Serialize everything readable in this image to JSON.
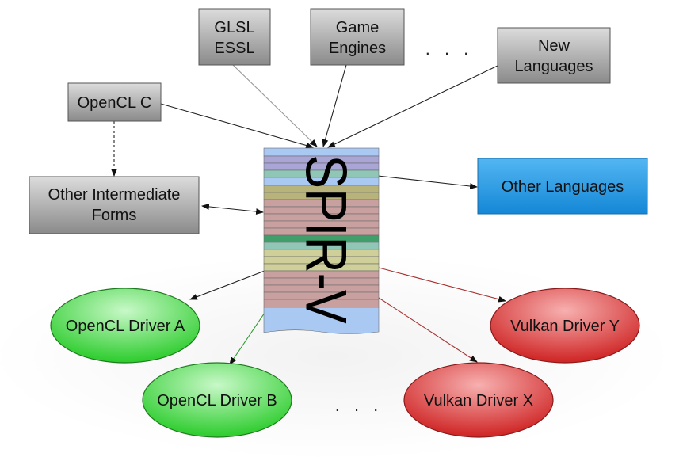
{
  "nodes": {
    "glsl": {
      "line1": "GLSL",
      "line2": "ESSL"
    },
    "game": {
      "line1": "Game",
      "line2": "Engines"
    },
    "newlang": {
      "line1": "New",
      "line2": "Languages"
    },
    "opencl_c": {
      "label": "OpenCL C"
    },
    "intermediate": {
      "line1": "Other Intermediate",
      "line2": "Forms"
    },
    "other_lang": {
      "label": "Other Languages"
    },
    "spirv": {
      "label": "SPIR-V"
    },
    "ocl_a": {
      "label": "OpenCL Driver A"
    },
    "ocl_b": {
      "label": "OpenCL Driver B"
    },
    "vk_y": {
      "label": "Vulkan Driver Y"
    },
    "vk_x": {
      "label": "Vulkan Driver X"
    }
  },
  "ellipsis": {
    "top": ". . .",
    "bottom": ". . ."
  },
  "colors": {
    "gray_box_top": "#d9d9d9",
    "gray_box_bottom": "#8c8c8c",
    "blue_box_top": "#4fb3f0",
    "blue_box_bottom": "#1388d8",
    "green_top": "#b8f5b8",
    "green_bottom": "#2fd02f",
    "red_top": "#f5a0a0",
    "red_bottom": "#d02a2a",
    "spirv_blue": "#a9c8f2",
    "spirv_purple": "#a9a6d6",
    "spirv_teal": "#8fc6b6",
    "spirv_olive": "#b7b37a",
    "spirv_rose": "#c9a0a0",
    "spirv_green": "#3f9e6a",
    "spirv_khaki": "#cfcf9a"
  }
}
